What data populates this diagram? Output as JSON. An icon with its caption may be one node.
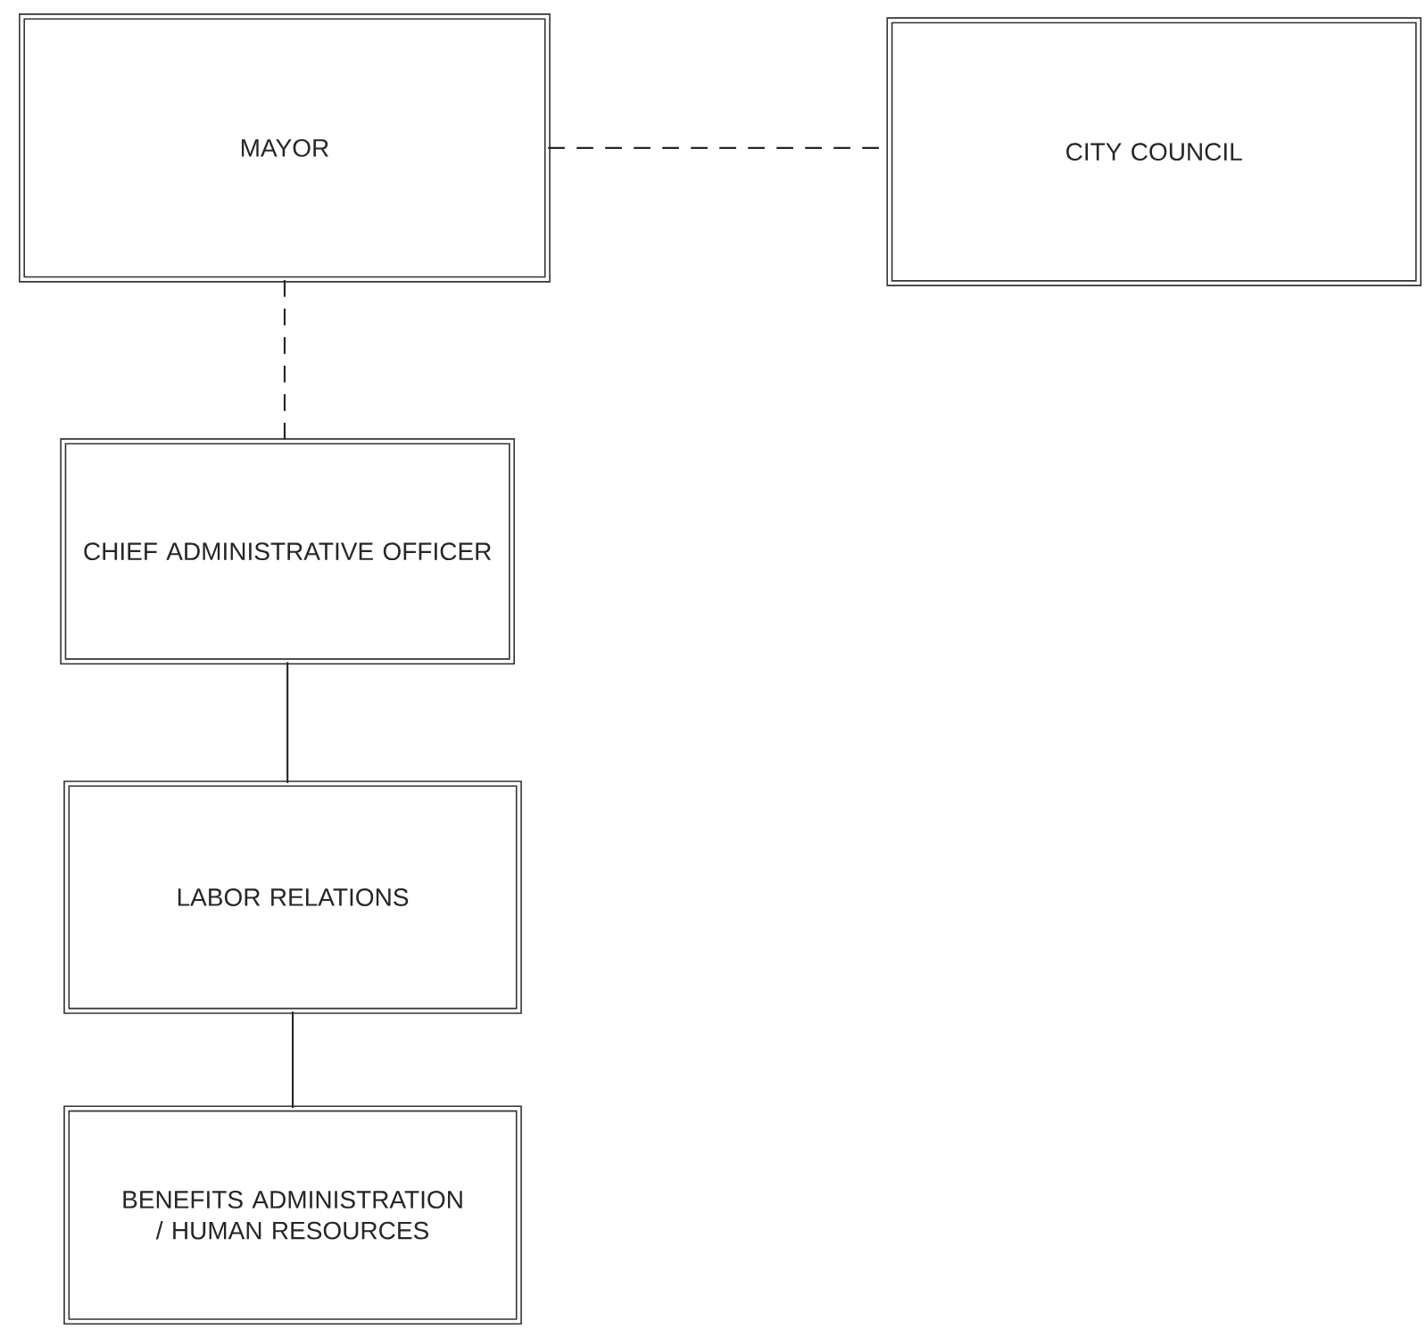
{
  "diagram": {
    "nodes": [
      {
        "text": [
          "MAYOR"
        ]
      },
      {
        "text": [
          "CITY COUNCIL"
        ]
      },
      {
        "text": [
          "CHIEF ADMINISTRATIVE OFFICER"
        ]
      },
      {
        "text": [
          "LABOR RELATIONS"
        ]
      },
      {
        "text": [
          "BENEFITS ADMINISTRATION / HUMAN RESOURCES"
        ]
      }
    ],
    "edges": [
      {
        "from": 0,
        "to": 1,
        "arrow": "none",
        "style": "dashed"
      },
      {
        "from": 0,
        "to": 2,
        "arrow": "none",
        "style": "dashed"
      },
      {
        "from": 2,
        "to": 3,
        "arrow": "none"
      },
      {
        "from": 3,
        "to": 4,
        "arrow": "none"
      }
    ]
  }
}
